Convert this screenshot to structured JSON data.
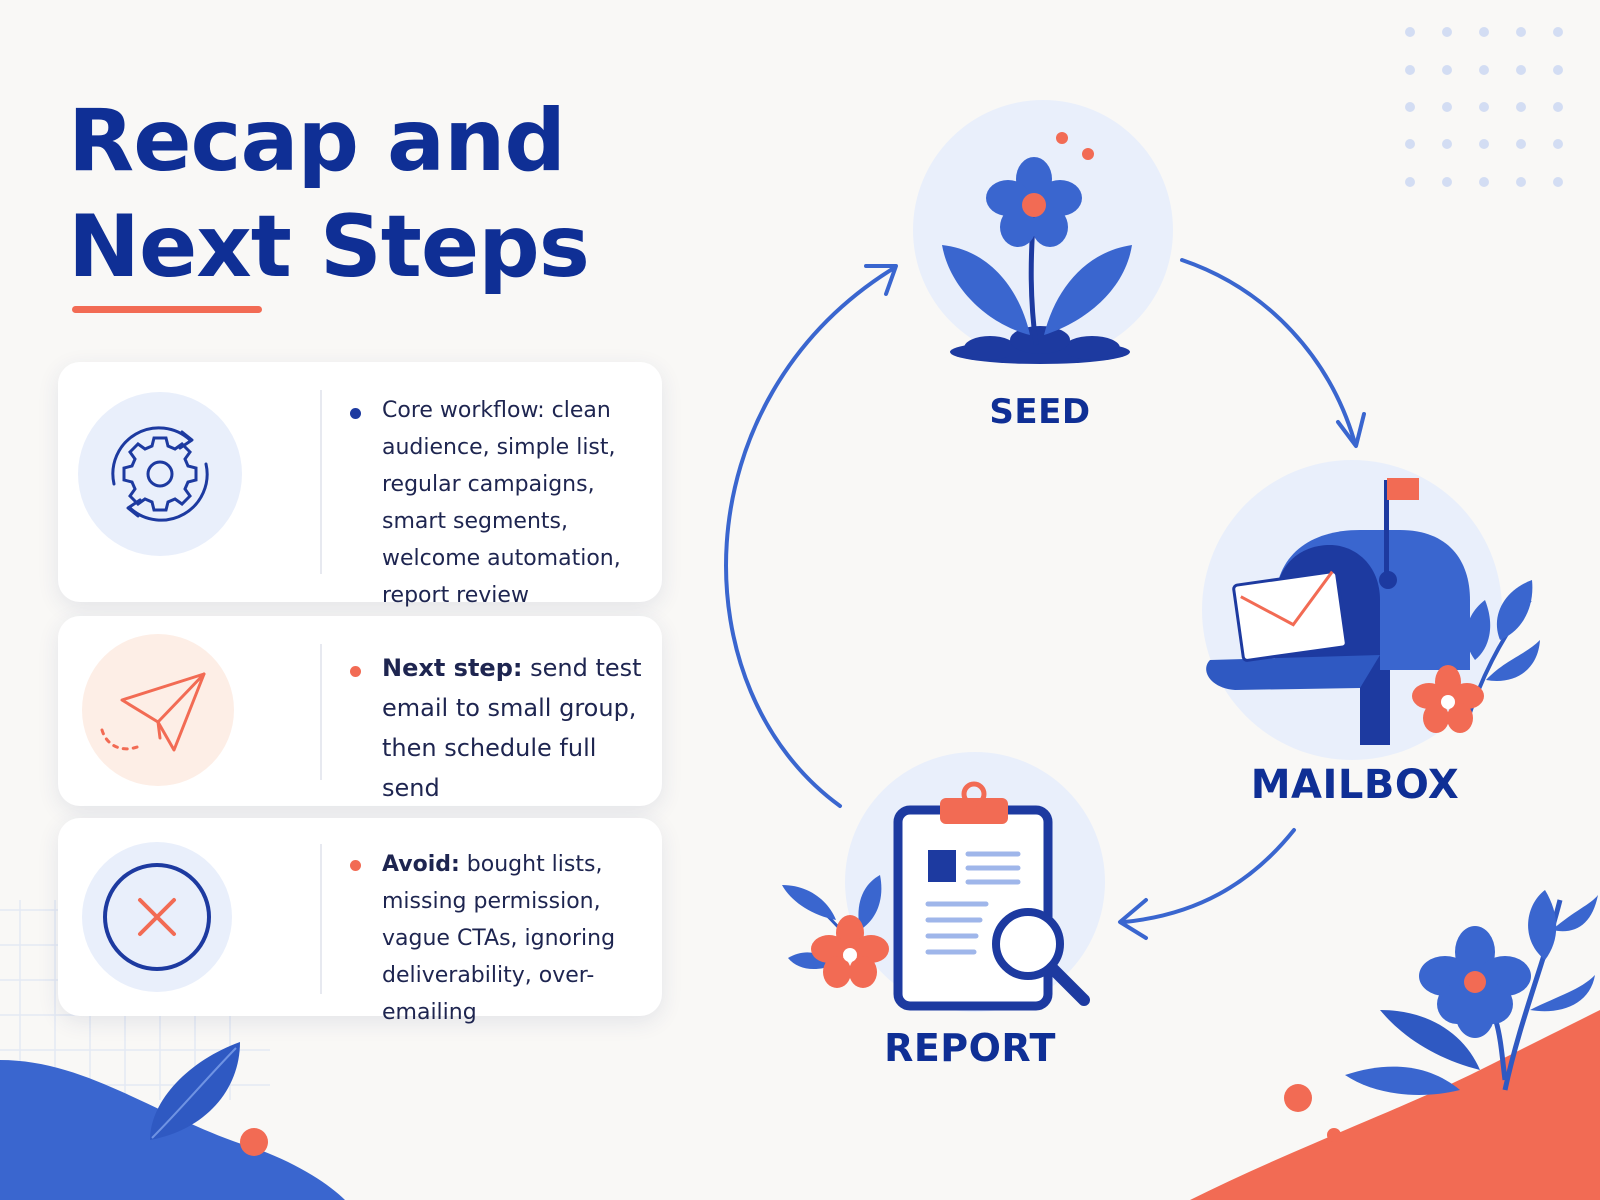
{
  "title": {
    "line1": "Recap and",
    "line2": "Next Steps"
  },
  "cards": [
    {
      "icon": "gear-cycle-icon",
      "text": "Core workflow: clean audience, simple list, regular campaigns, smart segments, welcome automation, report review"
    },
    {
      "icon": "paper-plane-icon",
      "lead": "Next step:",
      "text": " send test email to small group, then schedule full send"
    },
    {
      "icon": "close-x-icon",
      "lead": "Avoid:",
      "text": " bought lists, missing permission, vague CTAs, ignoring deliverability, over-emailing"
    }
  ],
  "cycle": {
    "nodes": [
      {
        "label": "SEED",
        "icon": "flower-sprout-icon"
      },
      {
        "label": "MAILBOX",
        "icon": "mailbox-icon"
      },
      {
        "label": "REPORT",
        "icon": "clipboard-report-icon"
      }
    ]
  },
  "colors": {
    "navy": "#0f2f95",
    "blue": "#3a66cf",
    "coral": "#f26b54",
    "light_blue": "#e9effb",
    "peach": "#fdeee6",
    "background": "#f9f8f6"
  }
}
